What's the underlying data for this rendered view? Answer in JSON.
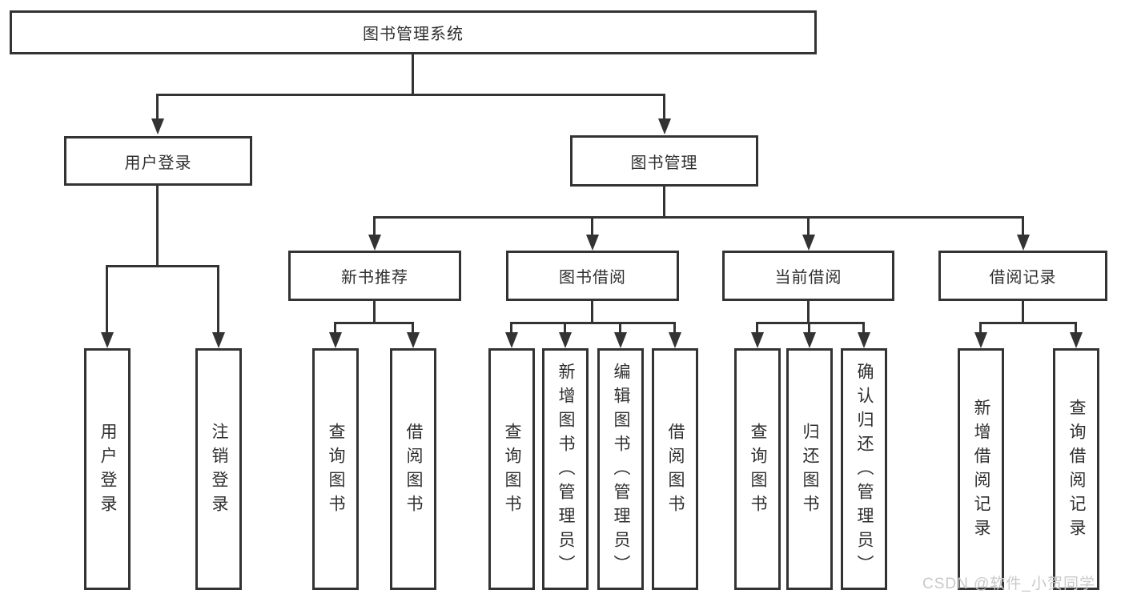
{
  "diagram": {
    "nodes": {
      "root": "图书管理系统",
      "user_login": "用户登录",
      "book_management": "图书管理",
      "new_book_recommend": "新书推荐",
      "book_borrow": "图书借阅",
      "current_borrow": "当前借阅",
      "borrow_records": "借阅记录",
      "leaves": [
        "用户登录",
        "注销登录",
        "查询图书",
        "借阅图书",
        "查询图书",
        "新增图书（管理员）",
        "编辑图书（管理员）",
        "借阅图书",
        "查询图书",
        "归还图书",
        "确认归还（管理员）",
        "新增借阅记录",
        "查询借阅记录"
      ]
    },
    "hierarchy": {
      "图书管理系统": {
        "用户登录": [
          "用户登录",
          "注销登录"
        ],
        "图书管理": {
          "新书推荐": [
            "查询图书",
            "借阅图书"
          ],
          "图书借阅": [
            "查询图书",
            "新增图书（管理员）",
            "编辑图书（管理员）",
            "借阅图书"
          ],
          "当前借阅": [
            "查询图书",
            "归还图书",
            "确认归还（管理员）"
          ],
          "借阅记录": [
            "新增借阅记录",
            "查询借阅记录"
          ]
        }
      }
    },
    "watermark": "CSDN @软件_小贺同学",
    "colors": {
      "line": "#333333",
      "text": "#2f2f2f",
      "watermark": "#c9c9c9",
      "background": "#ffffff"
    }
  }
}
